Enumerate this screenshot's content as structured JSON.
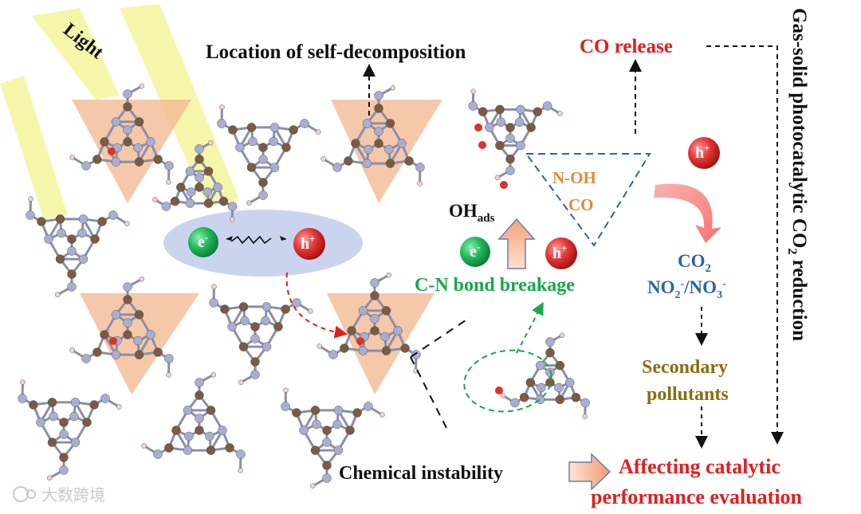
{
  "title": "Gas-solid photocatalytic CO2 reduction",
  "labels": {
    "light": "Light",
    "location": "Location of self-decomposition",
    "co_release": "CO release",
    "n_oh": "N-OH",
    "co": "CO",
    "oh_ads": "OH",
    "oh_ads_sub": "ads",
    "cn_break": "C-N bond breakage",
    "co2": "CO",
    "co2_sub": "2",
    "no2": "NO",
    "no2_sub": "2",
    "no2_sup": "-",
    "no3_sep": "/NO",
    "no3_sub": "3",
    "no3_sup": "-",
    "secondary_1": "Secondary",
    "secondary_2": "pollutants",
    "chem_instab": "Chemical instability",
    "affect_1": "Affecting catalytic",
    "affect_2": "performance evaluation",
    "electron": "e",
    "electron_sup": "-",
    "hole": "h",
    "hole_sup": "+",
    "watermark": "大数跨境",
    "side_1": "Gas-solid photocatalytic CO",
    "side_2": "2",
    "side_3": " reduction"
  },
  "colors": {
    "red": "#e41d1d",
    "green": "#16a84a",
    "blue": "#2f5fb3",
    "olive": "#8b6d10",
    "orange": "#e08a3a",
    "carbon": "#7a5b43",
    "nitrogen": "#a9aed0",
    "triangle": "#f3b68d",
    "ellipse": "#b9c6e8",
    "beam": "#f4f59c"
  }
}
